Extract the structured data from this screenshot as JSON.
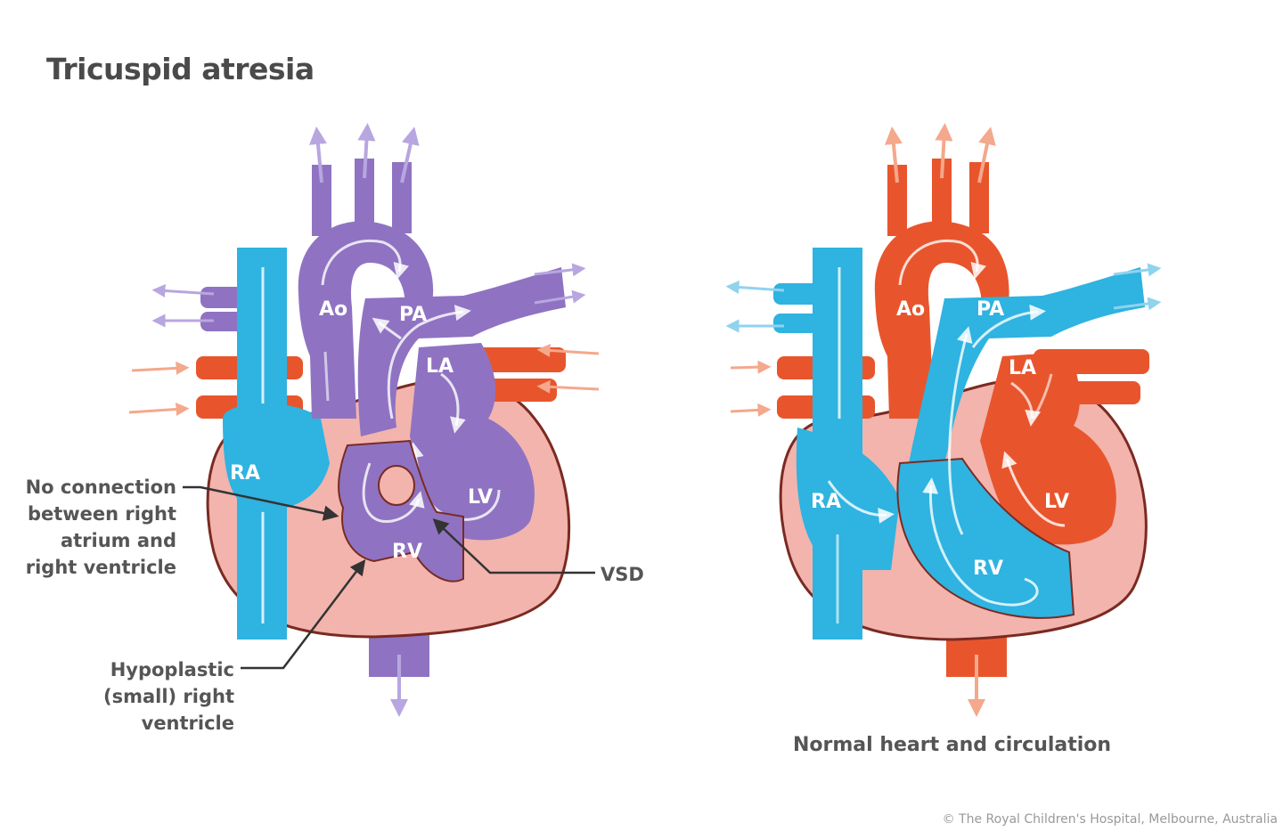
{
  "title": "Tricuspid atresia",
  "callouts": {
    "no_connection": [
      "No connection",
      "between right",
      "atrium and",
      "right ventricle"
    ],
    "hypoplastic": [
      "Hypoplastic",
      "(small) right",
      "ventricle"
    ],
    "vsd": "VSD"
  },
  "left_heart_labels": {
    "ao": "Ao",
    "pa": "PA",
    "la": "LA",
    "ra": "RA",
    "lv": "LV",
    "rv": "RV"
  },
  "right_heart_labels": {
    "ao": "Ao",
    "pa": "PA",
    "la": "LA",
    "ra": "RA",
    "lv": "LV",
    "rv": "RV"
  },
  "caption": "Normal heart and circulation",
  "copyright": "© The Royal Children's Hospital, Melbourne, Australia",
  "colors": {
    "deoxygenated": "#2fb3e0",
    "oxygenated": "#e8552d",
    "mixed": "#8f73c2",
    "myocardium": "#f2b4ad",
    "outline": "#7a2a22",
    "text": "#4a4a4a"
  }
}
